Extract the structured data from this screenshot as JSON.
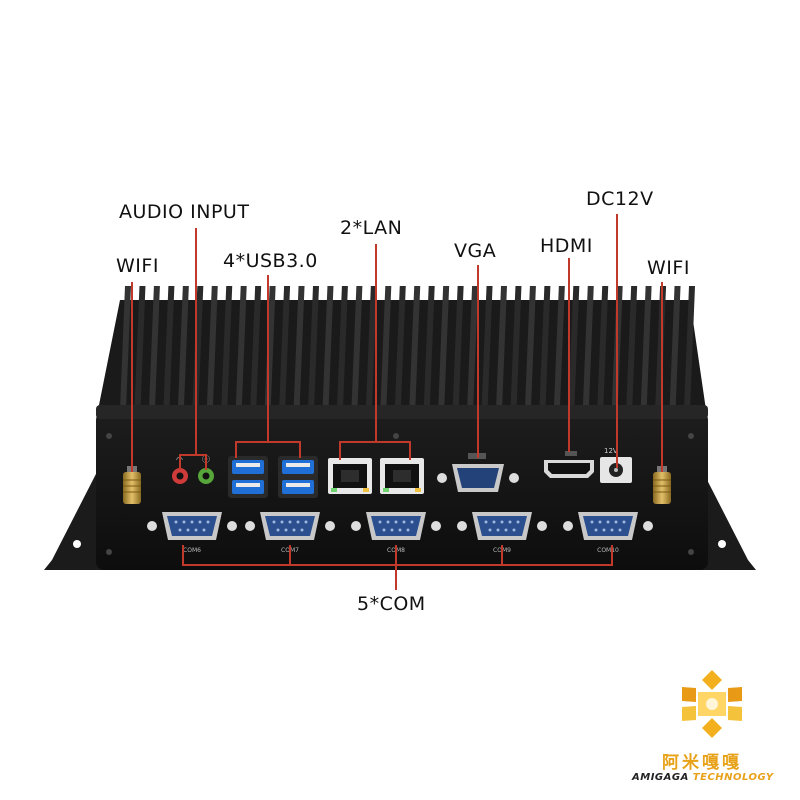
{
  "labels": {
    "audio_input": "AUDIO INPUT",
    "dc12v": "DC12V",
    "lan": "2*LAN",
    "vga": "VGA",
    "hdmi": "HDMI",
    "wifi_left": "WIFI",
    "wifi_right": "WIFI",
    "usb": "4*USB3.0",
    "com": "5*COM"
  },
  "port_silkscreen": {
    "dc": "12V",
    "com": [
      "COM6",
      "COM7",
      "COM8",
      "COM9",
      "COM10"
    ]
  },
  "brand": {
    "name_cn": "阿米嘎嘎",
    "name_en_a": "AMIGAGA",
    "name_en_b": "TECHNOLOGY"
  },
  "colors": {
    "callout_line": "#c0392b",
    "chassis": "#151515",
    "fins": "#2a2a2a",
    "usb_port": "#1f6fd6",
    "com_port": "#2b4f8f",
    "antenna": "#caa24a",
    "brand_accent": "#e8a21a"
  }
}
